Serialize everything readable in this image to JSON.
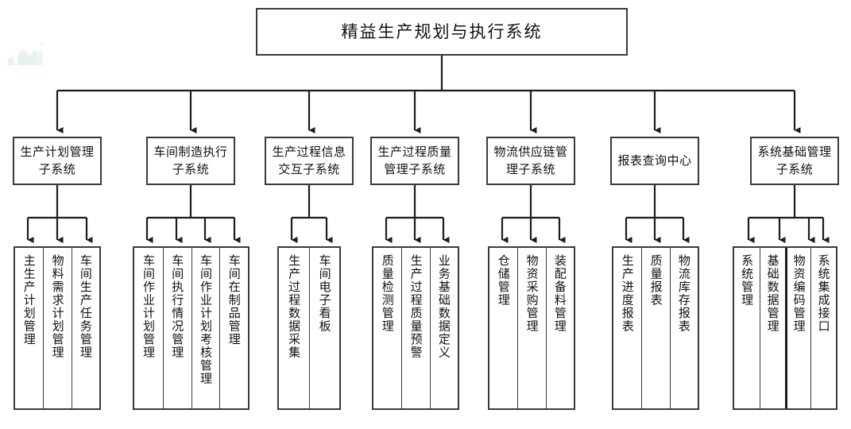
{
  "diagram": {
    "type": "hierarchy-tree",
    "title": "精益生产规划与执行系统",
    "levels": 3,
    "colors": {
      "box_border": "#3a3a3a",
      "connector": "#1c1c1c",
      "background": "#ffffff",
      "watermark": "#e4f0ea"
    },
    "root": {
      "label": "精益生产规划与执行系统"
    },
    "subsystems": [
      {
        "id": "production-planning",
        "line1": "生产计划管理",
        "line2": "子系统",
        "children": [
          {
            "label": "主生产计划管理"
          },
          {
            "label": "物料需求计划管理"
          },
          {
            "label": "车间生产任务管理"
          }
        ]
      },
      {
        "id": "workshop-manufacturing-execution",
        "line1": "车间制造执行",
        "line2": "子系统",
        "children": [
          {
            "label": "车间作业计划管理"
          },
          {
            "label": "车间执行情况管理"
          },
          {
            "label": "车间作业计划考核管理"
          },
          {
            "label": "车间在制品管理"
          }
        ]
      },
      {
        "id": "process-information-interaction",
        "line1": "生产过程信息",
        "line2": "交互子系统",
        "children": [
          {
            "label": "生产过程数据采集"
          },
          {
            "label": "车间电子看板"
          }
        ]
      },
      {
        "id": "process-quality-management",
        "line1": "生产过程质量",
        "line2": "管理子系统",
        "children": [
          {
            "label": "质量检测管理"
          },
          {
            "label": "生产过程质量预警"
          },
          {
            "label": "业务基础数据定义"
          }
        ]
      },
      {
        "id": "logistics-supply-chain",
        "line1": "物流供应链管",
        "line2": "理子系统",
        "children": [
          {
            "label": "仓储管理"
          },
          {
            "label": "物资采购管理"
          },
          {
            "label": "装配备料管理"
          }
        ]
      },
      {
        "id": "report-query-center",
        "line1": "报表查询中心",
        "line2": "",
        "children": [
          {
            "label": "生产进度报表"
          },
          {
            "label": "质量报表"
          },
          {
            "label": "物流库存报表"
          }
        ]
      },
      {
        "id": "system-basic-management",
        "line1": "系统基础管理",
        "line2": "子系统",
        "children": [
          {
            "label": "系统管理"
          },
          {
            "label": "基础数据管理"
          },
          {
            "label": "物资编码管理"
          },
          {
            "label": "系统集成接口"
          }
        ]
      }
    ]
  }
}
